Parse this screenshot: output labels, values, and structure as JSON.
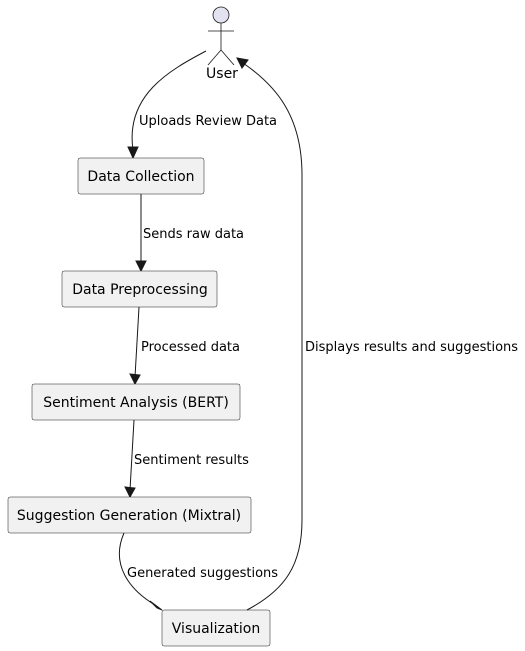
{
  "actor": {
    "label": "User"
  },
  "nodes": {
    "data_collection": "Data Collection",
    "data_preprocessing": "Data Preprocessing",
    "sentiment_analysis": "Sentiment Analysis (BERT)",
    "suggestion_generation": "Suggestion Generation (Mixtral)",
    "visualization": "Visualization"
  },
  "edges": {
    "uploads": "Uploads Review Data",
    "sends_raw": "Sends raw data",
    "processed": "Processed data",
    "sentiment_results": "Sentiment results",
    "generated_suggestions": "Generated suggestions",
    "displays": "Displays results and suggestions"
  },
  "colors": {
    "node_fill": "#f1f1f1",
    "stroke": "#181818",
    "actor_head": "#e2e2f0",
    "background": "#ffffff"
  }
}
